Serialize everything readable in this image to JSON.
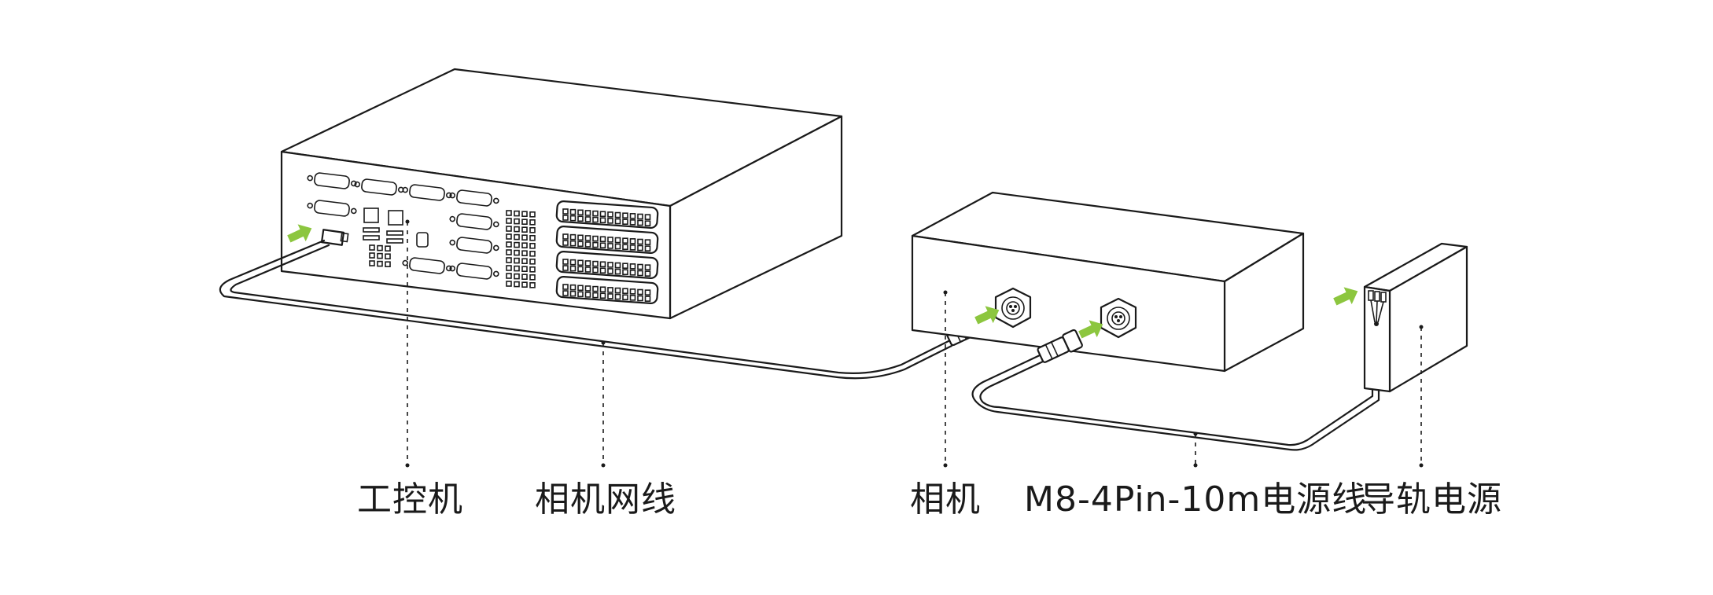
{
  "labels": {
    "ipc": "工控机",
    "network_cable": "相机网线",
    "camera": "相机",
    "power_cable": "M8-4Pin-10m电源线",
    "rail_power": "导轨电源"
  },
  "colors": {
    "arrow": "#8cc63f",
    "line": "#1a1a1a",
    "background": "#ffffff"
  }
}
